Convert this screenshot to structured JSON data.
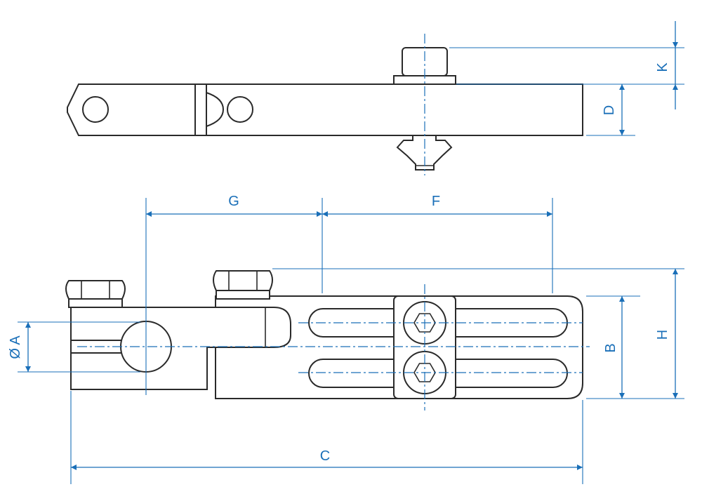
{
  "colors": {
    "dimension": "#1a6fb8",
    "outline": "#2a2a2a",
    "background": "#ffffff"
  },
  "dimensions": {
    "K": "K",
    "D": "D",
    "G": "G",
    "F": "F",
    "A": "Ø A",
    "B": "B",
    "H": "H",
    "C": "C"
  }
}
